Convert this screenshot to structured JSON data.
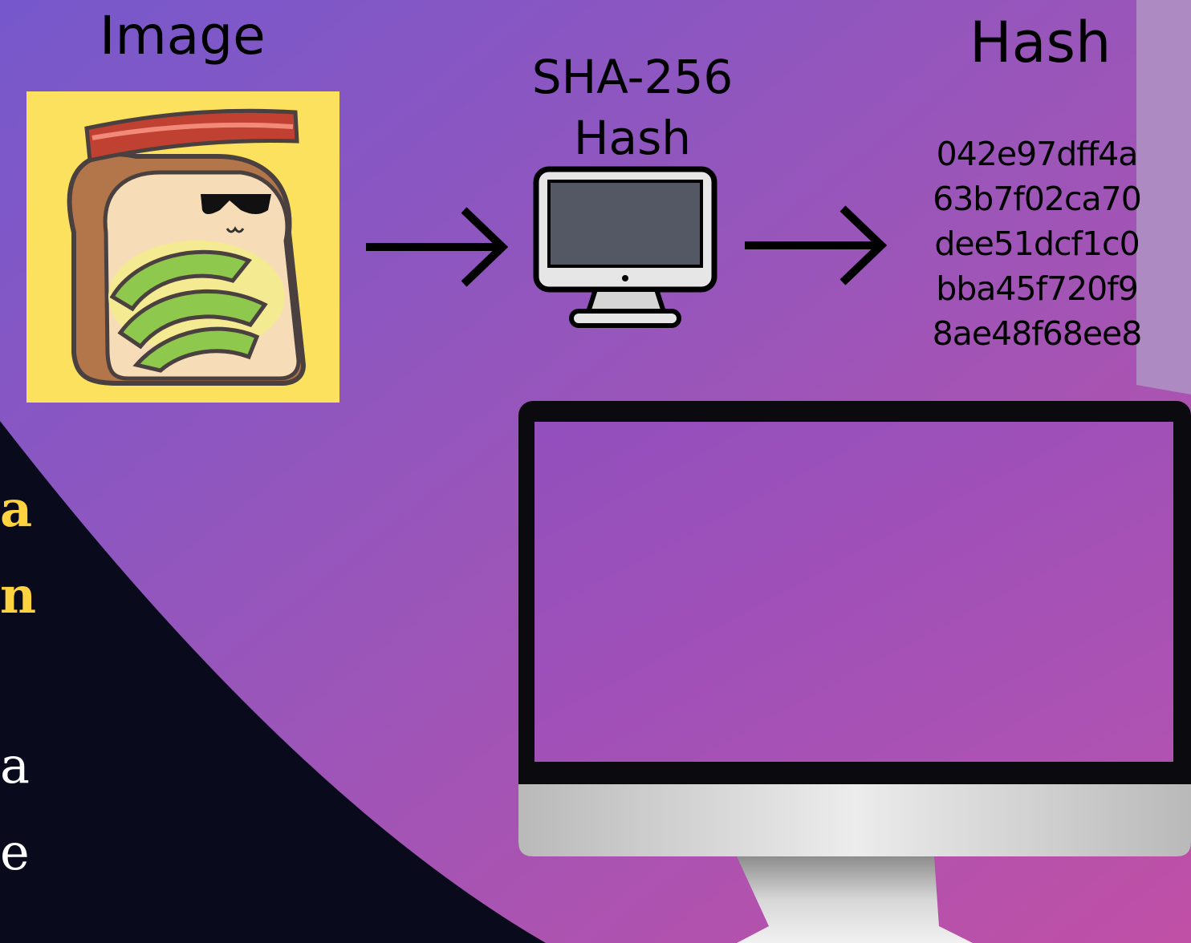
{
  "labels": {
    "image_title": "Image",
    "sha_title_line1": "SHA-256",
    "sha_title_line2": "Hash",
    "hash_title": "Hash"
  },
  "hash_value": [
    "042e97dff4a",
    "63b7f02ca70",
    "dee51dcf1c0",
    "bba45f720f9",
    "8ae48f68ee8"
  ],
  "side_text": [
    "a",
    "n",
    "a",
    "e"
  ],
  "colors": {
    "gradient_start": "#7658cc",
    "gradient_mid": "#9b55b9",
    "gradient_end": "#c050a6",
    "dark_panel": "#090b1c",
    "highlight_text": "#ffd23f",
    "image_bg": "#fbe15d",
    "monitor_screen": "#a24fb6"
  },
  "icons": {
    "image": "bread-with-bacon-sunglasses-avocado",
    "computer": "desktop-computer-icon",
    "arrows": "right-arrow-icon"
  }
}
